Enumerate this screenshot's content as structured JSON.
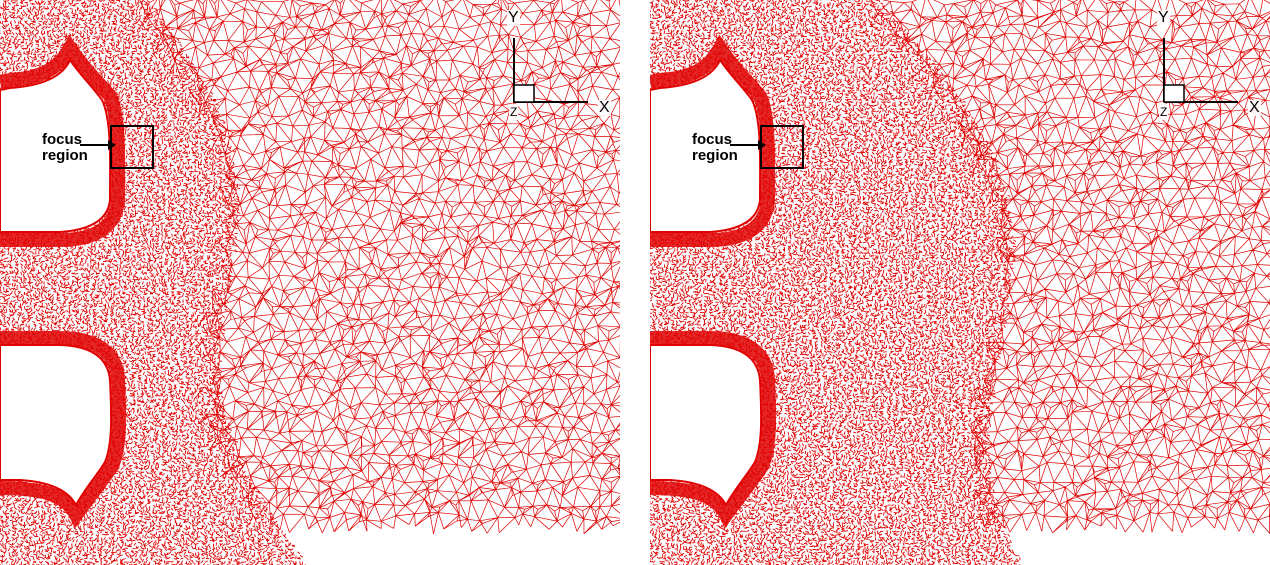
{
  "panels": [
    {
      "id": "left",
      "mesh_color": "#e00000",
      "annotation": {
        "line1": "focus",
        "line2": "region"
      },
      "axes": {
        "y": "Y",
        "x": "X",
        "z": "Z"
      }
    },
    {
      "id": "right",
      "mesh_color": "#e00000",
      "annotation": {
        "line1": "focus",
        "line2": "region"
      },
      "axes": {
        "y": "Y",
        "x": "X",
        "z": "Z"
      }
    }
  ]
}
